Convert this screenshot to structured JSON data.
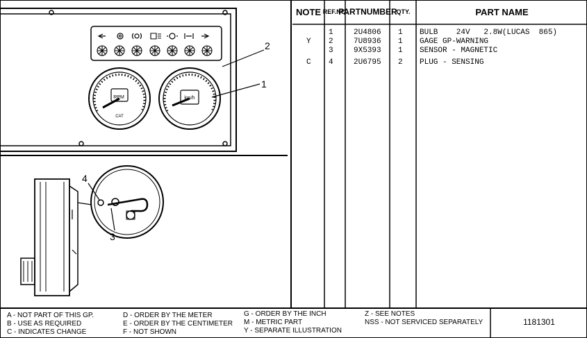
{
  "table": {
    "headers": {
      "note": "NOTE",
      "ref_no": [
        "REF.",
        "NO."
      ],
      "part_number": [
        "PART",
        "NUMBER"
      ],
      "qty": "QTY.",
      "part_name": "PART NAME"
    },
    "rows": [
      {
        "note": "",
        "ref": "1",
        "part_number": "2U4806",
        "qty": "1",
        "name": "BULB    24V   2.8W(LUCAS  865)"
      },
      {
        "note": "Y",
        "ref": "2",
        "part_number": "7U8936",
        "qty": "1",
        "name": "GAGE GP-WARNING"
      },
      {
        "note": "",
        "ref": "3",
        "part_number": "9X5393",
        "qty": "1",
        "name": "SENSOR - MAGNETIC"
      },
      {
        "note": "C",
        "ref": "4",
        "part_number": "2U6795",
        "qty": "2",
        "name": "PLUG - SENSING"
      }
    ]
  },
  "legend": {
    "col1": [
      "A - NOT PART OF THIS GP.",
      "B - USE AS REQUIRED",
      "C - INDICATES CHANGE"
    ],
    "col2": [
      "D - ORDER BY THE METER",
      "E - ORDER BY THE CENTIMETER",
      "F - NOT SHOWN"
    ],
    "col3": [
      "G - ORDER BY THE INCH",
      "M - METRIC PART",
      "Y - SEPARATE ILLUSTRATION"
    ],
    "col4": [
      "Z - SEE NOTES",
      "NSS - NOT SERVICED SEPARATELY"
    ]
  },
  "catalog_number": "1181301",
  "illustration": {
    "callouts": [
      "1",
      "2",
      "3",
      "4"
    ],
    "gauge_labels": {
      "left_face": "RPM",
      "left_brand": "CAT",
      "right_face": "km/h"
    }
  }
}
